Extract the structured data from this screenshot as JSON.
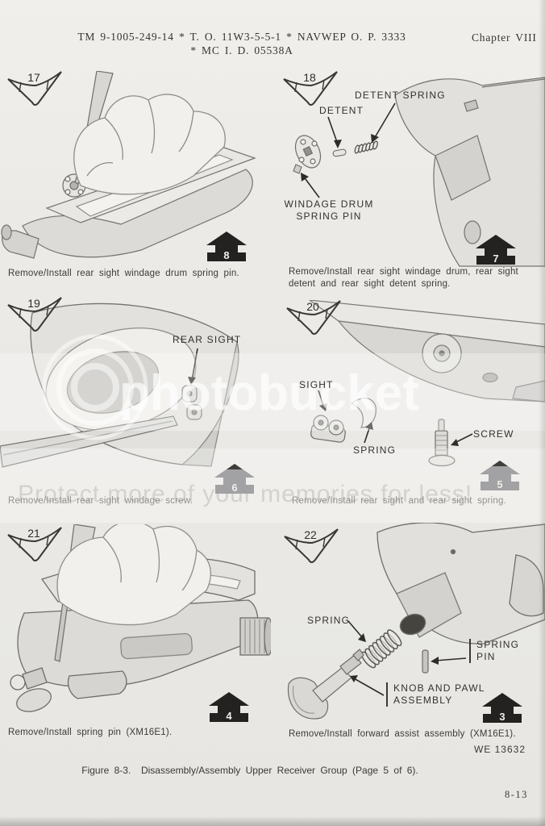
{
  "header": {
    "line1": "TM 9-1005-249-14 * T. O. 11W3-5-5-1 * NAVWEP O. P. 3333",
    "line2": "* MC I. D. 05538A",
    "chapter": "Chapter VIII"
  },
  "watermark": {
    "brand": "photobucket",
    "tagline": "Protect more of your memories for less!"
  },
  "panels": {
    "p17": {
      "step": "17",
      "arrow": "8",
      "caption": "Remove/Install rear sight windage drum spring pin."
    },
    "p18": {
      "step": "18",
      "arrow": "7",
      "caption": "Remove/Install rear sight windage drum, rear sight detent and rear sight detent spring.",
      "labels": {
        "detent_spring": "DETENT SPRING",
        "detent": "DETENT",
        "windage_drum_spring_pin": "WINDAGE DRUM SPRING PIN"
      }
    },
    "p19": {
      "step": "19",
      "arrow": "6",
      "caption": "Remove/Install rear sight windage screw.",
      "labels": {
        "rear_sight": "REAR SIGHT"
      }
    },
    "p20": {
      "step": "20",
      "arrow": "5",
      "caption": "Remove/Install rear sight and rear sight spring.",
      "labels": {
        "sight": "SIGHT",
        "spring": "SPRING",
        "screw": "SCREW"
      }
    },
    "p21": {
      "step": "21",
      "arrow": "4",
      "caption": "Remove/Install spring pin (XM16E1)."
    },
    "p22": {
      "step": "22",
      "arrow": "3",
      "caption": "Remove/Install forward assist assembly (XM16E1).",
      "labels": {
        "spring": "SPRING",
        "spring_pin": "SPRING PIN",
        "knob_and_pawl": "KNOB AND PAWL ASSEMBLY"
      },
      "plate": "WE 13632"
    }
  },
  "footer": {
    "figure_caption": "Figure 8-3.  Disassembly/Assembly Upper Receiver Group (Page 5 of 6).",
    "page_number": "8-13"
  },
  "colors": {
    "paper": "#ebeae6",
    "ink": "#3a3834",
    "arrow_black": "#242220",
    "arrow_gray": "#a2a1a3",
    "faded_caption": "#939089"
  }
}
